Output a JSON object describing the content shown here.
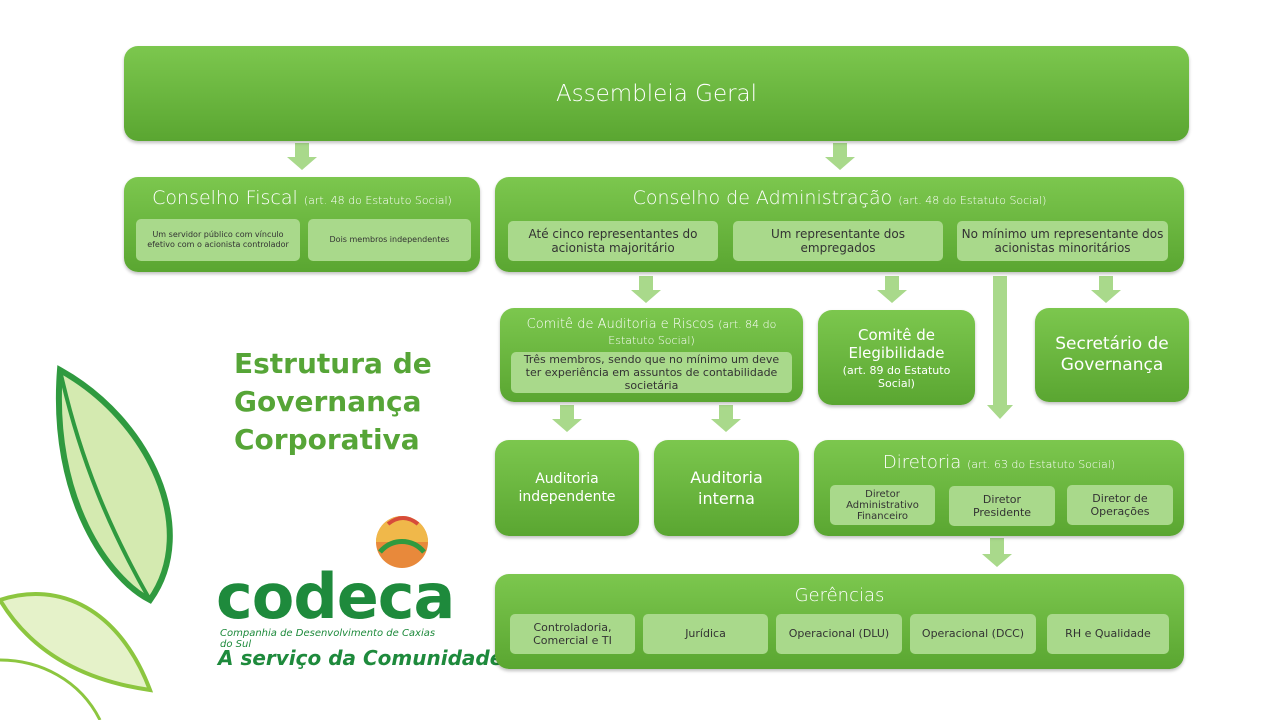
{
  "heading": [
    "Estrutura de",
    "Governança",
    "Corporativa"
  ],
  "assembleia": {
    "title": "Assembleia Geral"
  },
  "conselho_fiscal": {
    "title": "Conselho Fiscal",
    "ref": "(art. 48 do Estatuto Social)",
    "items": [
      "Um servidor público com vínculo efetivo com o acionista controlador",
      "Dois membros independentes"
    ]
  },
  "conselho_admin": {
    "title": "Conselho de Administração",
    "ref": "(art. 48 do Estatuto Social)",
    "items": [
      "Até cinco representantes do acionista majoritário",
      "Um representante dos empregados",
      "No mínimo um representante dos acionistas minoritários"
    ]
  },
  "comite_auditoria": {
    "title": "Comitê de Auditoria e Riscos",
    "ref": "(art. 84 do Estatuto Social)",
    "item": "Três membros, sendo que no mínimo um deve ter experiência em assuntos de contabilidade societária"
  },
  "comite_elegibilidade": {
    "title": "Comitê de Elegibilidade",
    "ref": "(art. 89 do Estatuto Social)"
  },
  "secretario": {
    "title": "Secretário de Governança"
  },
  "auditoria_independente": {
    "title": "Auditoria independente"
  },
  "auditoria_interna": {
    "title": "Auditoria interna"
  },
  "diretoria": {
    "title": "Diretoria",
    "ref": "(art. 63 do Estatuto Social)",
    "items": [
      "Diretor Administrativo Financeiro",
      "Diretor Presidente",
      "Diretor de Operações"
    ]
  },
  "gerencias": {
    "title": "Gerências",
    "items": [
      "Controladoria, Comercial e TI",
      "Jurídica",
      "Operacional (DLU)",
      "Operacional (DCC)",
      "RH e Qualidade"
    ]
  },
  "logo": {
    "word": "codeca",
    "subtitle": "Companhia de Desenvolvimento de Caxias do Sul",
    "slogan": "A serviço da Comunidade."
  },
  "colors": {
    "box": "#6ab93f",
    "sub": "#a9d98b",
    "arrow": "#a9d98b",
    "heading": "#56a537",
    "logo": "#1e8a3c"
  }
}
